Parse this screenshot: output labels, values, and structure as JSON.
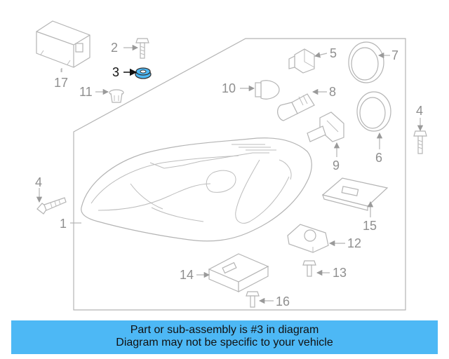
{
  "highlight_color": "#4db8f5",
  "highlight_part": "3",
  "callouts": [
    "1",
    "2",
    "3",
    "4",
    "4",
    "5",
    "6",
    "7",
    "8",
    "9",
    "10",
    "11",
    "12",
    "13",
    "14",
    "15",
    "16",
    "17"
  ],
  "banner": {
    "line1": "Part or sub-assembly is #3 in diagram",
    "line2": "Diagram may not be specific to your vehicle"
  }
}
